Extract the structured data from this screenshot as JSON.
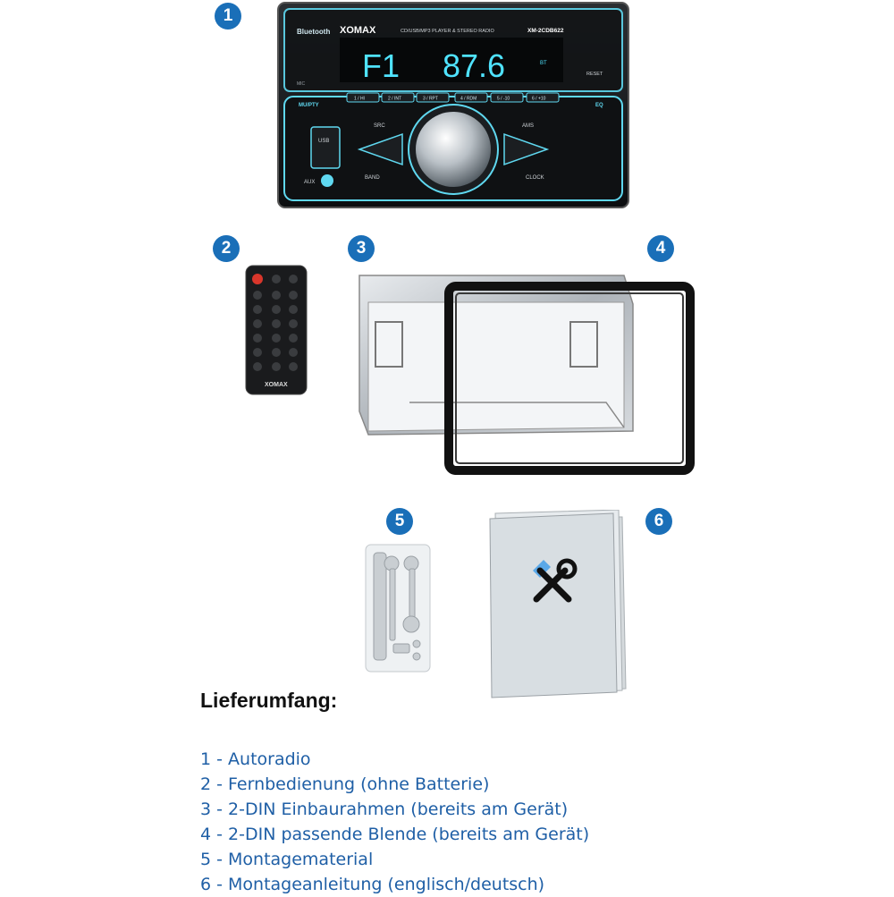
{
  "badges": [
    "1",
    "2",
    "3",
    "4",
    "5",
    "6"
  ],
  "radio": {
    "bluetooth_label": "Bluetooth",
    "brand": "XOMAX",
    "subtitle": "CD/USB/MP3 PLAYER & STEREO RADIO",
    "model": "XM-2CDB622",
    "display_band": "F1",
    "display_freq": "87.6",
    "display_bt": "BT",
    "reset_label": "RESET",
    "mic_label": "MIC",
    "mute_label": "MU/PTY",
    "eq_label": "EQ",
    "presets": [
      "1 / HI",
      "2 / INT",
      "3 / RPT",
      "4 / RDM",
      "5 / -10",
      "6 / +10"
    ],
    "src_label": "SRC",
    "ams_label": "AMS",
    "usb_label": "USB",
    "aux_label": "AUX",
    "band_label": "BAND",
    "clock_label": "CLOCK"
  },
  "remote": {
    "brand": "XOMAX"
  },
  "content": {
    "heading": "Lieferumfang:",
    "items": [
      "1 - Autoradio",
      "2 - Fernbedienung (ohne Batterie)",
      "3 - 2-DIN Einbaurahmen (bereits am Gerät)",
      "4 - 2-DIN passende Blende (bereits am Gerät)",
      "5 - Montagematerial",
      "6 - Montageanleitung (englisch/deutsch)"
    ]
  },
  "colors": {
    "badge": "#1a6fb8",
    "list_text": "#1f5fa6",
    "display": "#4fe3ff",
    "glow": "#5fd8f0"
  }
}
